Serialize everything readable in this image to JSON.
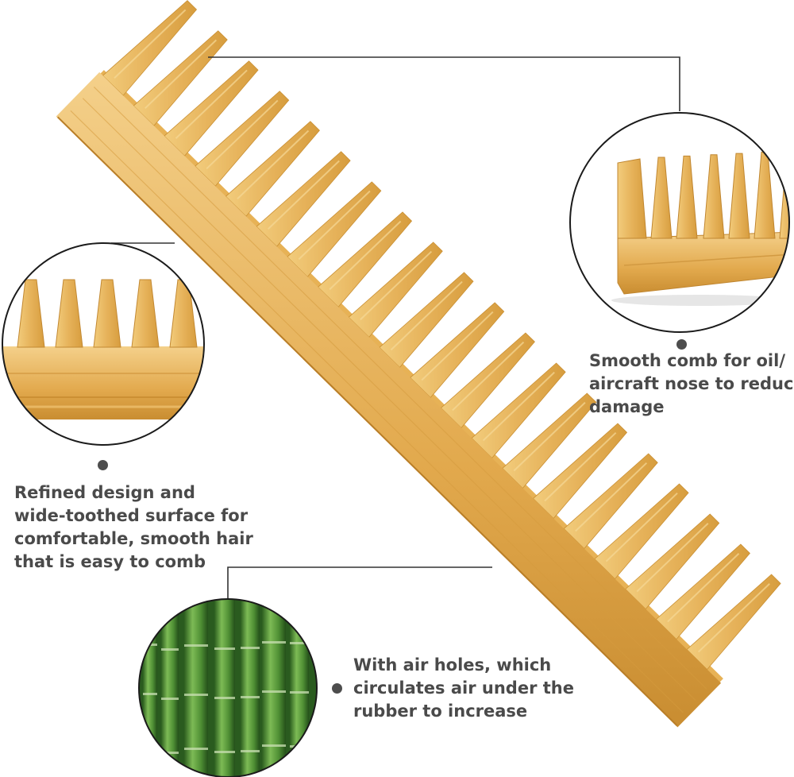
{
  "product": "wide-tooth bamboo comb",
  "colors": {
    "wood_light": "#efc46e",
    "wood_mid": "#dfa645",
    "wood_dark": "#c68a2e",
    "bamboo_green": "#6fae4a",
    "bamboo_dark": "#2f6a23",
    "caption_text": "#4a4a4a",
    "callout_line": "#333333"
  },
  "callouts": {
    "oil_nose": {
      "icon": "comb-tip-detail",
      "lines": [
        "Smooth comb for oil/",
        "aircraft nose to reduce",
        "damage"
      ]
    },
    "teeth": {
      "icon": "comb-teeth-detail",
      "lines": [
        "Refined design and",
        "wide-toothed surface for",
        "comfortable, smooth hair",
        "that is easy to comb"
      ]
    },
    "air_holes": {
      "icon": "bamboo-forest",
      "lines": [
        "With air holes, which",
        "circulates air under the",
        "rubber to increase"
      ]
    }
  }
}
